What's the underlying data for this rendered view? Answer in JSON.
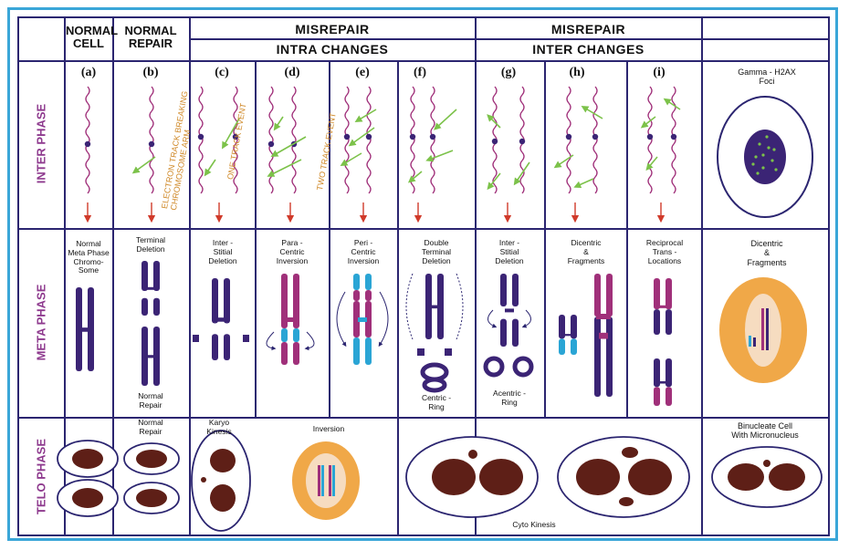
{
  "headers": {
    "normal_cell": "NORMAL CELL",
    "normal_repair": "NORMAL REPAIR",
    "misrepair_left": "MISREPAIR",
    "intra_changes": "INTRA CHANGES",
    "misrepair_right": "MISREPAIR",
    "inter_changes": "INTER CHANGES"
  },
  "phases": {
    "inter": "INTER PHASE",
    "meta": "META PHASE",
    "telo": "TELO PHASE"
  },
  "columns": [
    "(a)",
    "(b)",
    "(c)",
    "(d)",
    "(e)",
    "(f)",
    "(g)",
    "(h)",
    "(i)"
  ],
  "inter_phase": {
    "electron_track": "ELECTRON TRACK BREAKING\nCHROMOSOME ARM",
    "one_track": "ONE TRACK EVENT",
    "two_track": "TWO TRACK EVENT",
    "gamma_label": "Gamma - H2AX\nFoci"
  },
  "meta_phase": {
    "a": "Normal\nMeta Phase\nChromo-\nSome",
    "b_top": "Terminal\nDeletion",
    "b_bottom": "Normal\nRepair",
    "c": "Inter -\nStitial\nDeletion",
    "d": "Para -\nCentric\nInversion",
    "e": "Peri -\nCentric\nInversion",
    "f_top": "Double\nTerminal\nDeletion",
    "f_bottom": "Centric -\nRing",
    "g_top": "Inter -\nStitial\nDeletion",
    "g_bottom": "Acentric -\nRing",
    "h": "Dicentric\n&\nFragments",
    "i": "Reciprocal\nTrans -\nLocations",
    "last": "Dicentric\n&\nFragments"
  },
  "telo_phase": {
    "b": "Normal\nRepair",
    "c": "Karyo\nKinesis",
    "de": "Inversion",
    "cyto": "Cyto Kinesis",
    "last": "Binucleate Cell\nWith Micronucleus"
  },
  "colors": {
    "frame": "#3aa6d8",
    "grid": "#2b2570",
    "chromosome": "#3b2475",
    "magenta": "#a0307a",
    "cyan": "#2aa5d5",
    "nucleus": "#5e1f17",
    "orange": "#f0a848",
    "phase_text": "#8e3a8e",
    "track_text": "#d08a2a",
    "arrow": "#d03a2a",
    "green": "#7cc24a"
  }
}
